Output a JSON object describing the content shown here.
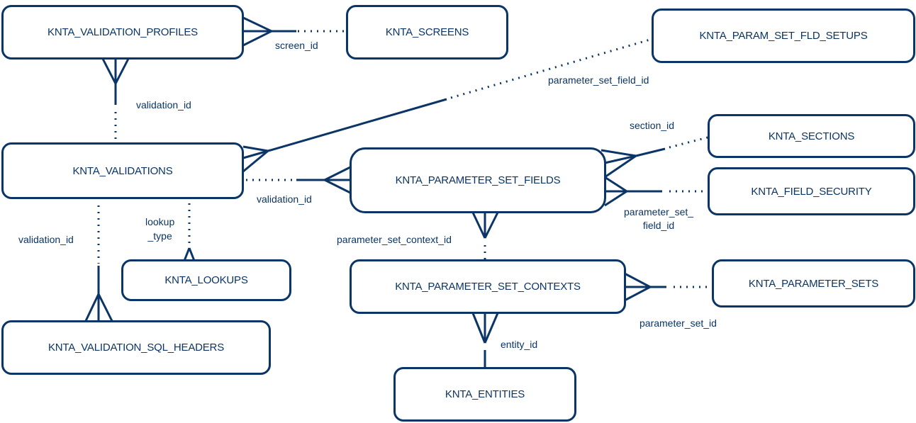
{
  "diagram": {
    "colors": {
      "line": "#0a3566",
      "background": "#ffffff"
    },
    "entities": [
      {
        "id": "validation_profiles",
        "name": "KNTA_VALIDATION_PROFILES"
      },
      {
        "id": "screens",
        "name": "KNTA_SCREENS"
      },
      {
        "id": "param_set_fld_setups",
        "name": "KNTA_PARAM_SET_FLD_SETUPS"
      },
      {
        "id": "validations",
        "name": "KNTA_VALIDATIONS"
      },
      {
        "id": "sections",
        "name": "KNTA_SECTIONS"
      },
      {
        "id": "parameter_set_fields",
        "name": "KNTA_PARAMETER_SET_FIELDS"
      },
      {
        "id": "field_security",
        "name": "KNTA_FIELD_SECURITY"
      },
      {
        "id": "lookups",
        "name": "KNTA_LOOKUPS"
      },
      {
        "id": "parameter_set_contexts",
        "name": "KNTA_PARAMETER_SET_CONTEXTS"
      },
      {
        "id": "parameter_sets",
        "name": "KNTA_PARAMETER_SETS"
      },
      {
        "id": "validation_sql_headers",
        "name": "KNTA_VALIDATION_SQL_HEADERS"
      },
      {
        "id": "entities",
        "name": "KNTA_ENTITIES"
      }
    ],
    "relationships": [
      {
        "from": "KNTA_SCREENS",
        "to": "KNTA_VALIDATION_PROFILES",
        "key": "screen_id",
        "cardinality": "one-to-many"
      },
      {
        "from": "KNTA_VALIDATIONS",
        "to": "KNTA_VALIDATION_PROFILES",
        "key": "validation_id",
        "cardinality": "one-to-many"
      },
      {
        "from": "KNTA_PARAM_SET_FLD_SETUPS",
        "to": "KNTA_VALIDATIONS",
        "key": "parameter_set_field_id",
        "cardinality": "one-to-many"
      },
      {
        "from": "KNTA_VALIDATIONS",
        "to": "KNTA_PARAMETER_SET_FIELDS",
        "key": "validation_id",
        "cardinality": "one-to-many"
      },
      {
        "from": "KNTA_SECTIONS",
        "to": "KNTA_PARAMETER_SET_FIELDS",
        "key": "section_id",
        "cardinality": "one-to-many"
      },
      {
        "from": "KNTA_FIELD_SECURITY",
        "to": "KNTA_PARAMETER_SET_FIELDS",
        "key": "parameter_set_\nfield_id",
        "cardinality": "one-to-many"
      },
      {
        "from": "KNTA_VALIDATIONS",
        "to": "KNTA_LOOKUPS",
        "key": "lookup\n_type",
        "cardinality": "one-to-many"
      },
      {
        "from": "KNTA_VALIDATIONS",
        "to": "KNTA_VALIDATION_SQL_HEADERS",
        "key": "validation_id",
        "cardinality": "one-to-many"
      },
      {
        "from": "KNTA_PARAMETER_SET_CONTEXTS",
        "to": "KNTA_PARAMETER_SET_FIELDS",
        "key": "parameter_set_context_id",
        "cardinality": "one-to-many"
      },
      {
        "from": "KNTA_PARAMETER_SETS",
        "to": "KNTA_PARAMETER_SET_CONTEXTS",
        "key": "parameter_set_id",
        "cardinality": "one-to-many"
      },
      {
        "from": "KNTA_ENTITIES",
        "to": "KNTA_PARAMETER_SET_CONTEXTS",
        "key": "entity_id",
        "cardinality": "one-to-many"
      }
    ]
  }
}
